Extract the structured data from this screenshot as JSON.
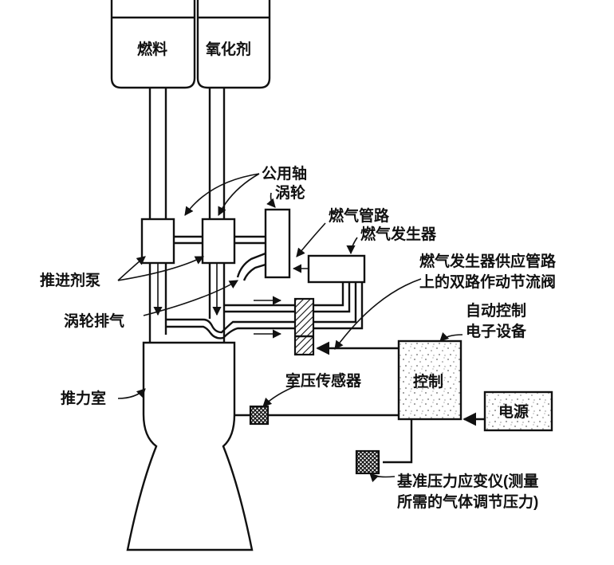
{
  "tanks": {
    "fuel": "燃料",
    "oxidizer": "氧化剂"
  },
  "labels": {
    "common_shaft": "公用轴",
    "turbine": "涡轮",
    "gas_duct": "燃气管路",
    "gas_generator": "燃气发生器",
    "gg_supply_line_1": "燃气发生器供应管路",
    "gg_supply_line_2": "上的双路作动节流阀",
    "auto_control_1": "自动控制",
    "auto_control_2": "电子设备",
    "propellant_pump": "推进剂泵",
    "turbine_exhaust": "涡轮排气",
    "thrust_chamber": "推力室",
    "chamber_pressure_sensor": "室压传感器",
    "control": "控制",
    "power_supply": "电源",
    "reference_gauge_1": "基准压力应变仪(测量",
    "reference_gauge_2": "所需的气体调节压力)"
  }
}
